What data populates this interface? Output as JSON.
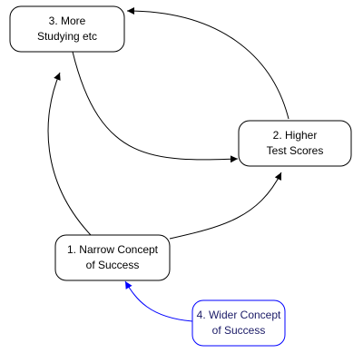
{
  "nodes": {
    "more_studying": {
      "line1": "3. More",
      "line2": "Studying etc"
    },
    "higher_scores": {
      "line1": "2. Higher",
      "line2": "Test Scores"
    },
    "narrow_concept": {
      "line1": "1. Narrow Concept",
      "line2": "of Success"
    },
    "wider_concept": {
      "line1": "4. Wider Concept",
      "line2": "of Success"
    }
  },
  "colors": {
    "default_stroke": "#000000",
    "highlight_stroke": "#0000ff",
    "node_fill": "#ffffff",
    "text": "#000000",
    "highlight_text": "#1a1a66"
  }
}
